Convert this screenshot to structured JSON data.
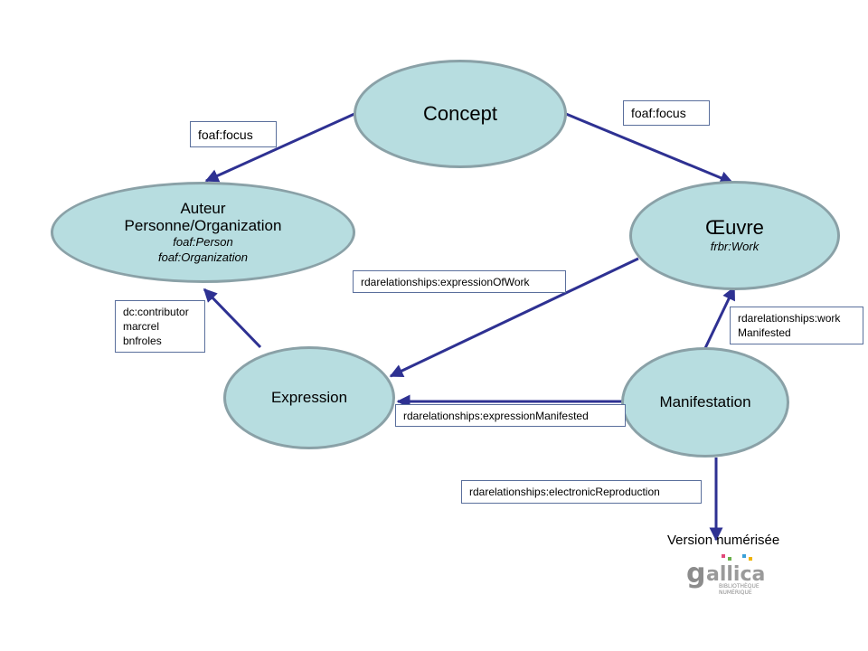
{
  "nodes": {
    "concept": {
      "title": "Concept"
    },
    "auteur": {
      "line1": "Auteur",
      "line2": "Personne/Organization",
      "class1": "foaf:Person",
      "class2": "foaf:Organization"
    },
    "oeuvre": {
      "title": "Œuvre",
      "class": "frbr:Work"
    },
    "expression": {
      "title": "Expression"
    },
    "manifestation": {
      "title": "Manifestation"
    }
  },
  "edge_labels": {
    "focus_left": "foaf:focus",
    "focus_right": "foaf:focus",
    "expression_of_work": "rdarelationships:expressionOfWork",
    "contributor": [
      "dc:contributor",
      "marcrel",
      "bnfroles"
    ],
    "work_manifested": [
      "rdarelationships:work",
      "Manifested"
    ],
    "expression_manifested": "rdarelationships:expressionManifested",
    "electronic_reproduction": "rdarelationships:electronicReproduction"
  },
  "target": {
    "caption": "Version numérisée",
    "logo": {
      "name": "gallica",
      "tagline1": "BIBLIOTHÈQUE",
      "tagline2": "NUMÉRIQUE"
    }
  },
  "colors": {
    "node_fill": "#b7dde0",
    "node_border": "#8aa1a7",
    "arrow": "#2e3192"
  }
}
